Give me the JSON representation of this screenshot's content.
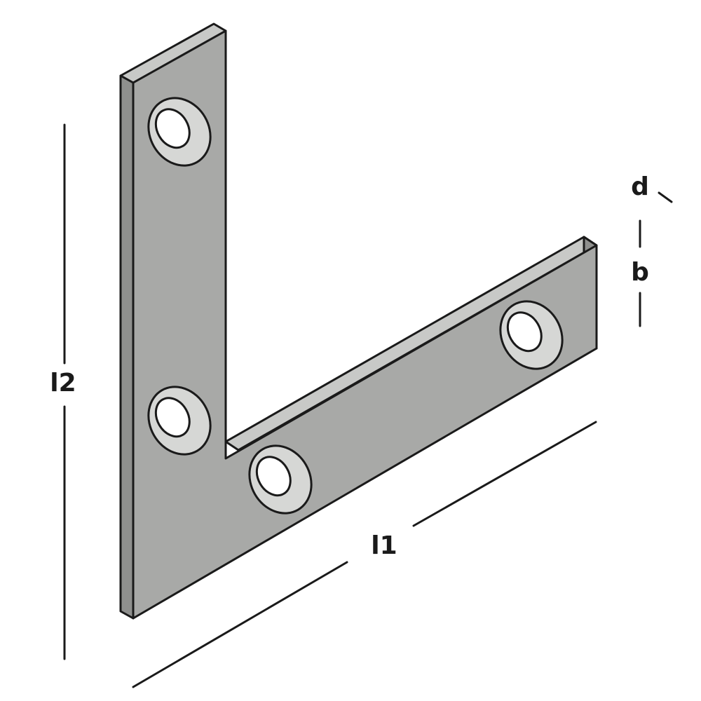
{
  "labels": {
    "l2": "l2",
    "l1": "l1",
    "d": "d",
    "b": "b"
  },
  "colors": {
    "plate_face": "#a8a9a7",
    "plate_top_edge": "#c8c9c7",
    "plate_side_edge": "#8f908e",
    "outline": "#1a1a1a",
    "hole_countersink": "#d6d7d5",
    "hole_interior": "#ffffff"
  }
}
